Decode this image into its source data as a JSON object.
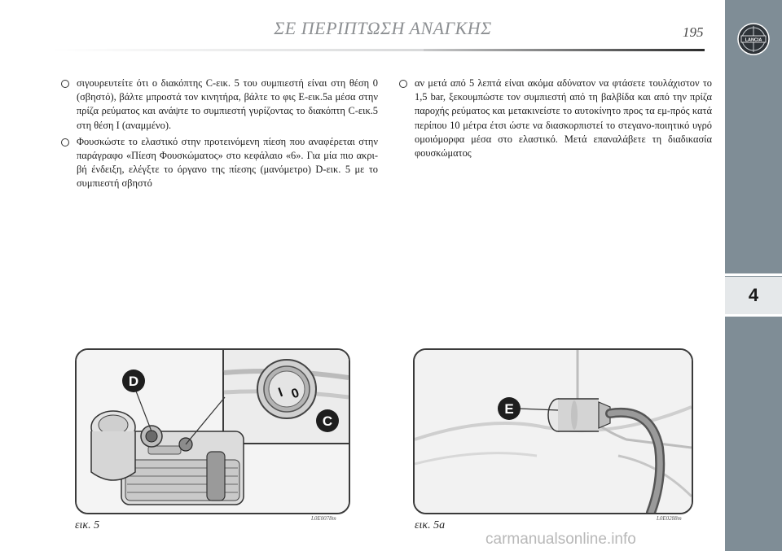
{
  "header": {
    "title": "ΣΕ ΠΕΡΙΠΤΩΣΗ ΑΝΑΓΚΗΣ",
    "page_number": "195",
    "logo_text": "LANCIA"
  },
  "sidebar": {
    "chapter": "4"
  },
  "left_column": {
    "paragraphs": [
      "σιγουρευτείτε ότι ο διακόπτης C-εικ. 5 του συμπιεστή είναι στη θέση 0 (σβηστό), βάλτε μπροστά τον κινητήρα, βάλτε το φις E-εικ.5a μέσα στην πρίζα ρεύματος και ανάψτε το συμπιεστή γυρίζοντας το διακόπτη C-εικ.5 στη θέση I (αναμμένο).",
      "Φουσκώστε το ελαστικό στην προτεινόμενη πίεση που αναφέρεται στην παράγραφο «Πίεση Φουσκώματος» στο κεφάλαιο «6». Για μία πιο ακρι-βή ένδειξη, ελέγξτε το όργανο της πίεσης (μανόμετρο) D-εικ. 5 με το συμπιεστή σβηστό"
    ]
  },
  "right_column": {
    "paragraphs": [
      "αν μετά από 5 λεπτά είναι ακόμα αδύνατον να φτάσετε τουλάχιστον το 1,5 bar, ξεκουμπώστε τον συμπιεστή από τη βαλβίδα και από την πρίζα παροχής ρεύματος και μετακινείστε το αυτοκίνητο προς τα εμ-πρός κατά περίπου 10 μέτρα έτσι ώστε να διασκορπιστεί το στεγανο-ποιητικό υγρό ομοιόμορφα μέσα στο ελαστικό. Μετά επαναλάβετε τη διαδικασία φουσκώματος"
    ]
  },
  "figures": {
    "fig5": {
      "caption": "εικ. 5",
      "code": "L0E0078m",
      "label_d": "D",
      "label_c": "C",
      "switch_on": "I",
      "switch_off": "0"
    },
    "fig5a": {
      "caption": "εικ. 5a",
      "code": "L0E0288m",
      "label_e": "E"
    }
  },
  "watermark": "carmanualsonline.info"
}
